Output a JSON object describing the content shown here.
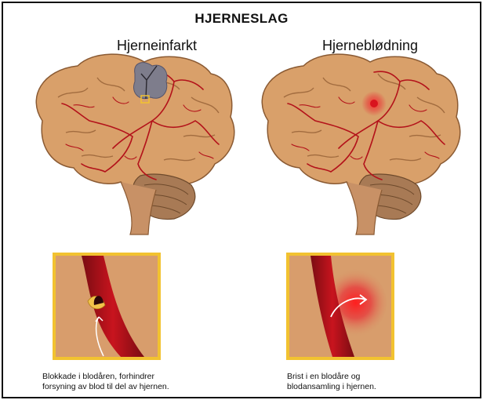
{
  "figure": {
    "title": "HJERNESLAG",
    "panels": [
      {
        "heading": "Hjerneinfarkt",
        "caption_line1": "Blokkade i blodåren, forhindrer",
        "caption_line2": "forsyning av blod til del av hjernen."
      },
      {
        "heading": "Hjerneblødning",
        "caption_line1": "Brist i en blodåre og",
        "caption_line2": "blodansamling i hjernen."
      }
    ],
    "colors": {
      "brain": "#d9a06a",
      "brain_outline": "#8a5a33",
      "vessel": "#b3121a",
      "cerebellum": "#a87a55",
      "inset_border": "#f2c230",
      "inset_bg": "#d89d6c",
      "blockage": "#7e7d8c",
      "bleed": "#e8333a"
    }
  }
}
